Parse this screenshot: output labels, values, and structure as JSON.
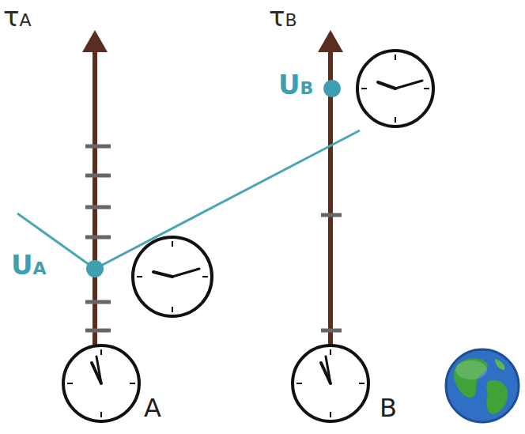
{
  "diagram": {
    "labels": [
      "τA",
      "τB",
      "UB",
      "UA",
      "A",
      "B"
    ]
  }
}
